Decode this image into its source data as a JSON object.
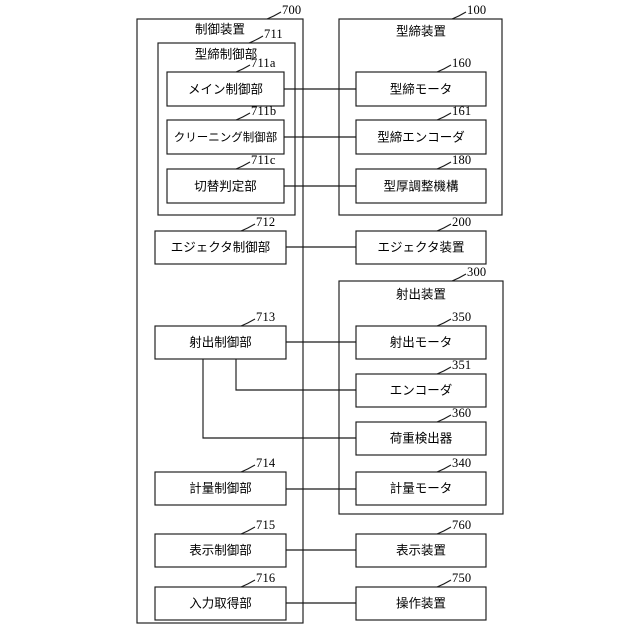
{
  "figure": {
    "type": "block-diagram",
    "description": "Injection molding machine control block diagram",
    "line_color": "#1a1a1a",
    "background_color": "#ffffff"
  },
  "containers": [
    {
      "id": "c700",
      "ref": "700",
      "title": "制御装置"
    },
    {
      "id": "c711",
      "ref": "711",
      "title": "型締制御部"
    },
    {
      "id": "c100",
      "ref": "100",
      "title": "型締装置"
    },
    {
      "id": "c300",
      "ref": "300",
      "title": "射出装置"
    }
  ],
  "blocks": [
    {
      "id": "b711a",
      "ref": "711a",
      "label": "メイン制御部"
    },
    {
      "id": "b711b",
      "ref": "711b",
      "label": "クリーニング制御部"
    },
    {
      "id": "b711c",
      "ref": "711c",
      "label": "切替判定部"
    },
    {
      "id": "b712",
      "ref": "712",
      "label": "エジェクタ制御部"
    },
    {
      "id": "b713",
      "ref": "713",
      "label": "射出制御部"
    },
    {
      "id": "b714",
      "ref": "714",
      "label": "計量制御部"
    },
    {
      "id": "b715",
      "ref": "715",
      "label": "表示制御部"
    },
    {
      "id": "b716",
      "ref": "716",
      "label": "入力取得部"
    },
    {
      "id": "b160",
      "ref": "160",
      "label": "型締モータ"
    },
    {
      "id": "b161",
      "ref": "161",
      "label": "型締エンコーダ"
    },
    {
      "id": "b180",
      "ref": "180",
      "label": "型厚調整機構"
    },
    {
      "id": "b200",
      "ref": "200",
      "label": "エジェクタ装置"
    },
    {
      "id": "b350",
      "ref": "350",
      "label": "射出モータ"
    },
    {
      "id": "b351",
      "ref": "351",
      "label": "エンコーダ"
    },
    {
      "id": "b360",
      "ref": "360",
      "label": "荷重検出器"
    },
    {
      "id": "b340",
      "ref": "340",
      "label": "計量モータ"
    },
    {
      "id": "b760",
      "ref": "760",
      "label": "表示装置"
    },
    {
      "id": "b750",
      "ref": "750",
      "label": "操作装置"
    }
  ],
  "connections": [
    {
      "from": "b711a",
      "to": "b160"
    },
    {
      "from": "b711b",
      "to": "b161"
    },
    {
      "from": "b711c",
      "to": "b180"
    },
    {
      "from": "b712",
      "to": "b200"
    },
    {
      "from": "b713",
      "to": "b350"
    },
    {
      "from": "b713",
      "to": "b351"
    },
    {
      "from": "b713",
      "to": "b360"
    },
    {
      "from": "b714",
      "to": "b340"
    },
    {
      "from": "b715",
      "to": "b760"
    },
    {
      "from": "b716",
      "to": "b750"
    }
  ]
}
